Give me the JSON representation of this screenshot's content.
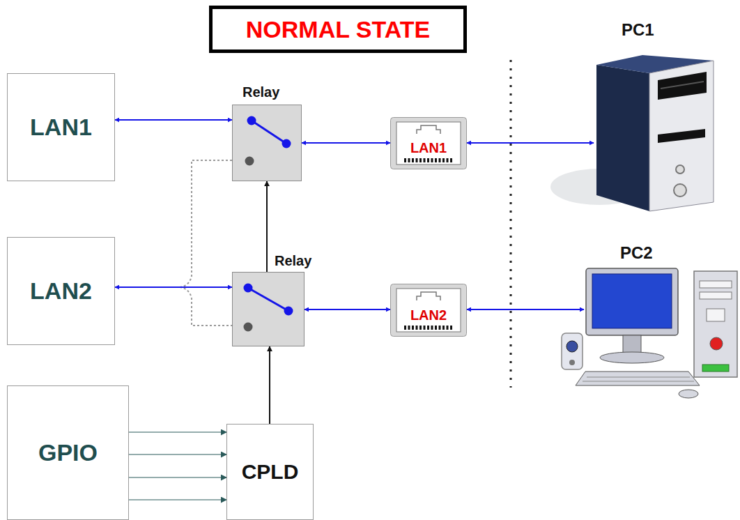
{
  "diagram": {
    "title": "NORMAL STATE",
    "nodes": [
      {
        "text": [
          "LAN1"
        ]
      },
      {
        "text": [
          "Relay"
        ]
      },
      {
        "text": [
          "LAN1"
        ]
      },
      {
        "text": [
          "PC1"
        ]
      },
      {
        "text": [
          "LAN2"
        ]
      },
      {
        "text": [
          "Relay"
        ]
      },
      {
        "text": [
          "LAN2"
        ]
      },
      {
        "text": [
          "PC2"
        ]
      },
      {
        "text": [
          "GPIO"
        ]
      },
      {
        "text": [
          "CPLD"
        ]
      }
    ],
    "edges": [
      {
        "from": 0,
        "to": 1,
        "arrow": "both"
      },
      {
        "from": 1,
        "to": 2,
        "arrow": "both"
      },
      {
        "from": 2,
        "to": 3,
        "arrow": "both"
      },
      {
        "from": 4,
        "to": 5,
        "arrow": "both"
      },
      {
        "from": 5,
        "to": 6,
        "arrow": "both"
      },
      {
        "from": 6,
        "to": 7,
        "arrow": "both"
      },
      {
        "from": 5,
        "to": 1,
        "arrow": "to"
      },
      {
        "from": 9,
        "to": 5,
        "arrow": "to"
      },
      {
        "from": 8,
        "to": 9,
        "arrow": "to"
      },
      {
        "from": 8,
        "to": 9,
        "arrow": "to"
      },
      {
        "from": 8,
        "to": 9,
        "arrow": "to"
      },
      {
        "from": 8,
        "to": 9,
        "arrow": "to"
      }
    ]
  }
}
